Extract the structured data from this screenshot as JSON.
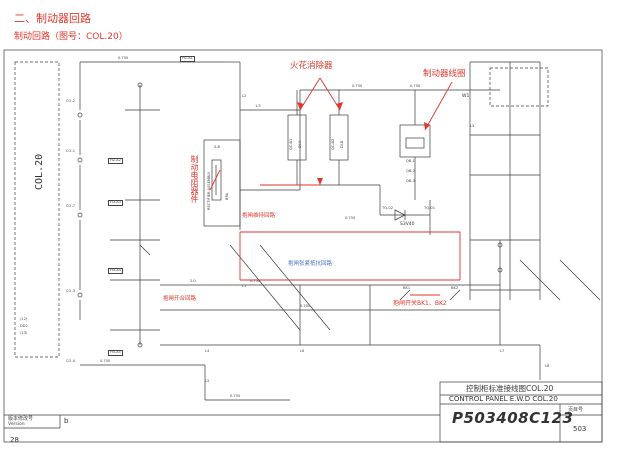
{
  "header": {
    "section_title": "二、制动器回路",
    "drawing_ref": "制动回路（图号：COL.20）"
  },
  "annotations": {
    "spark_eliminator": "火花消除器",
    "brake_coil": "制动器线圈",
    "brake_resistor": "制动电阻器件",
    "brake_hold_circuit": "抱闸维持回路",
    "brake_feedback_circuit": "抱闸张紧抵抗回路",
    "brake_open_circuit": "抱闸开合回路",
    "brake_switch": "抱闸开关BK1、BK2"
  },
  "schematic": {
    "col_label": "COL.20",
    "side_module": "RECTIFIER ASSEMBLY",
    "side_module_sub": "BRA",
    "side_module_code": "S-B",
    "contactor_labels": [
      "QC-B1",
      "QC-B2"
    ],
    "diode_labels": [
      "DI-A",
      "DI-B"
    ],
    "rectifier_label": "S3V40",
    "mosfets": [
      "TQ-02",
      "TQ-01"
    ],
    "brake_switches": [
      "BK1",
      "BK2"
    ],
    "row_tags": [
      "CO-2",
      "CO-1",
      "CO-7",
      "CO-3",
      "CO-4"
    ],
    "left_tags": [
      "(12)",
      "DD2",
      "(13)"
    ],
    "wire_labels": [
      "0.750",
      "0.750",
      "0.750",
      "1.5",
      "0.750",
      "2.0",
      "0.750",
      "0.750",
      "0.750",
      "0.750"
    ],
    "bus_labels": [
      "L1",
      "L2",
      "L3",
      "L4",
      "L5",
      "L6",
      "L7",
      "L8"
    ],
    "ref_boxes": [
      "H1-A1",
      "H2-A2",
      "H3-A3",
      "H4-A4",
      "H5-A5"
    ],
    "coil_ref": "W1",
    "terminal_tags": [
      "QB-1",
      "QB-2",
      "QB-3"
    ]
  },
  "title_block": {
    "title_cn": "控制柜标准接线图COL.20",
    "title_en": "CONTROL PANEL E.W.D COL.20",
    "drawing_number": "P503408C123",
    "sheet_label": "页目号",
    "sheet_number": "503",
    "version_label_cn": "版本修改号",
    "version_label_en": "Version",
    "version_value": "b"
  },
  "footer": {
    "page_number": "28"
  }
}
